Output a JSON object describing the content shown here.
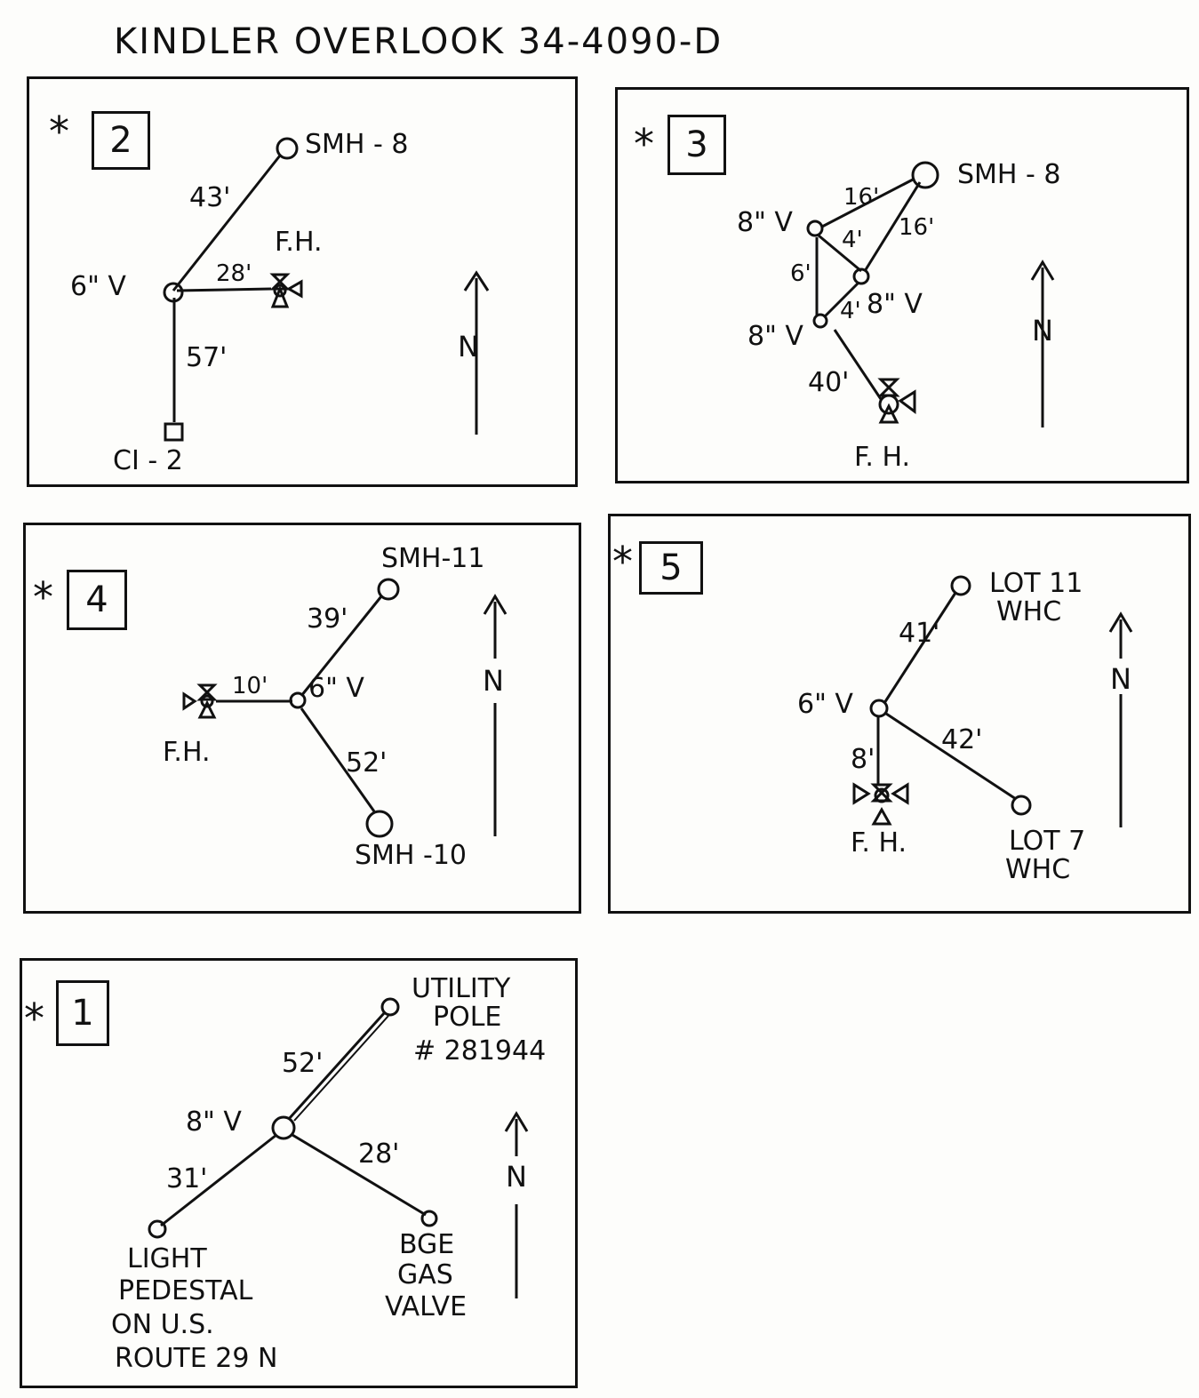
{
  "title": "KINDLER OVERLOOK 34-4090-D",
  "panels": {
    "p2": {
      "marker": "*",
      "number": "2",
      "labels": {
        "smh": "SMH - 8",
        "fh": "F.H.",
        "valve": "6\" V",
        "ci": "CI - 2",
        "d43": "43'",
        "d28": "28'",
        "d57": "57'"
      },
      "north": "N"
    },
    "p3": {
      "marker": "*",
      "number": "3",
      "labels": {
        "smh": "SMH - 8",
        "v1": "8\" V",
        "v2": "8\" V",
        "v3": "8\" V",
        "fh": "F. H.",
        "d16a": "16'",
        "d16b": "16'",
        "d4a": "4'",
        "d4b": "4'",
        "d6": "6'",
        "d40": "40'"
      },
      "north": "N"
    },
    "p4": {
      "marker": "*",
      "number": "4",
      "labels": {
        "smh11": "SMH-11",
        "smh10": "SMH -10",
        "valve": "6\" V",
        "fh": "F.H.",
        "d39": "39'",
        "d10": "10'",
        "d52": "52'"
      },
      "north": "N"
    },
    "p5": {
      "marker": "*",
      "number": "5",
      "labels": {
        "lot11a": "LOT 11",
        "lot11b": "WHC",
        "lot7a": "LOT 7",
        "lot7b": "WHC",
        "valve": "6\" V",
        "fh": "F. H.",
        "d41": "41'",
        "d8": "8'",
        "d42": "42'"
      },
      "north": "N"
    },
    "p1": {
      "marker": "*",
      "number": "1",
      "labels": {
        "pole1": "UTILITY",
        "pole2": "POLE",
        "pole3": "# 281944",
        "valve": "8\" V",
        "light1": "LIGHT",
        "light2": "PEDESTAL",
        "light3": "ON U.S.",
        "light4": "ROUTE 29 N",
        "gas1": "BGE",
        "gas2": "GAS",
        "gas3": "VALVE",
        "d52": "52'",
        "d31": "31'",
        "d28": "28'"
      },
      "north": "N"
    }
  }
}
